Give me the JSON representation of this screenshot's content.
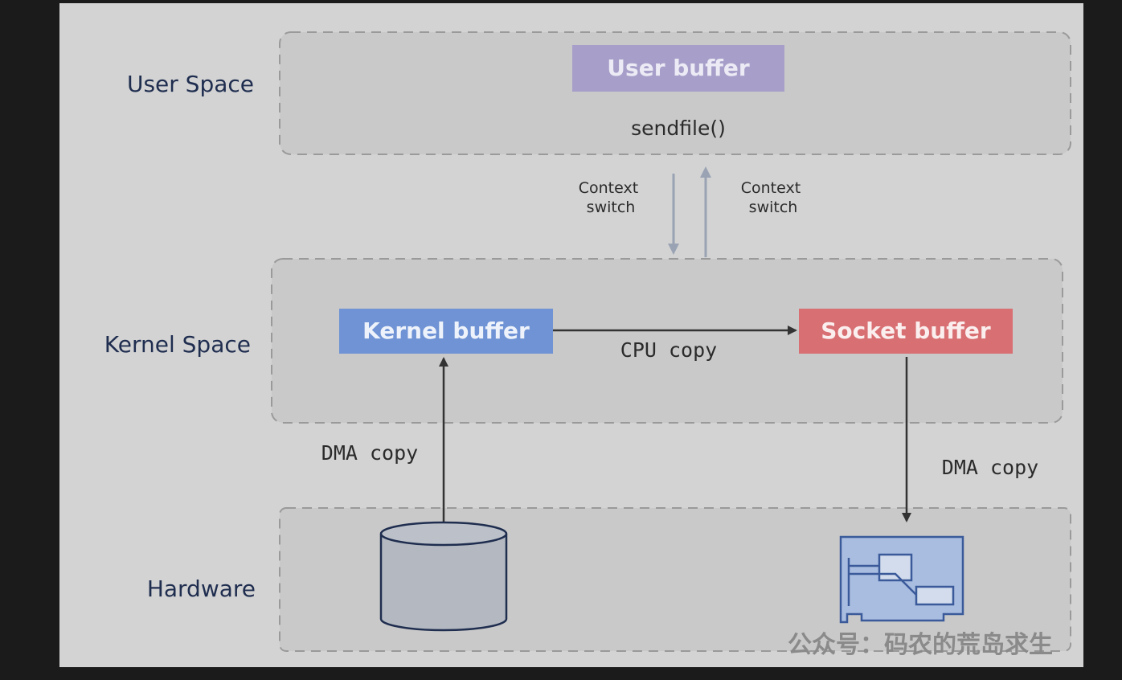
{
  "layers": {
    "user_space": "User Space",
    "kernel_space": "Kernel Space",
    "hardware": "Hardware"
  },
  "buffers": {
    "user": "User buffer",
    "kernel": "Kernel buffer",
    "socket": "Socket buffer"
  },
  "syscall": "sendfile()",
  "context_switch": {
    "left": [
      "Context",
      "switch"
    ],
    "right": [
      "Context",
      "switch"
    ]
  },
  "copies": {
    "cpu": "CPU copy",
    "dma_left": "DMA copy",
    "dma_right": "DMA copy"
  },
  "watermark": "公众号：码农的荒岛求生",
  "colors": {
    "background": "#d3d3d3",
    "panel": "#c9c9c9",
    "label_text": "#1f2d4f",
    "user_buffer": "#a79fc9",
    "kernel_buffer": "#6f93d4",
    "socket_buffer": "#d86f72",
    "arrow": "#333333",
    "context_arrow": "#9aa3b3"
  },
  "icons": {
    "disk": "disk-cylinder-icon",
    "nic": "network-card-icon"
  }
}
